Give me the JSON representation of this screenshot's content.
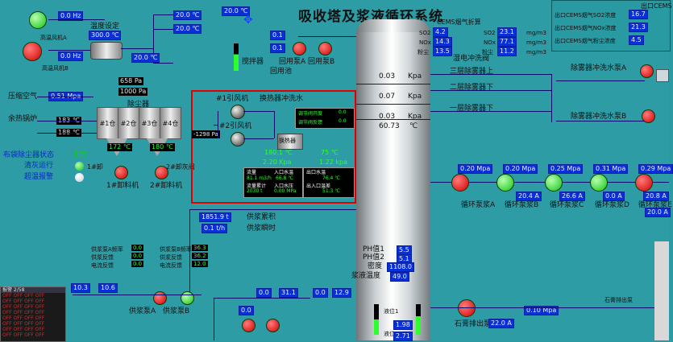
{
  "title": "吸收塔及浆液循环系统",
  "labels": {
    "temp_set": "温度设定",
    "fanA": "高温风机A",
    "fanB": "高温风机B",
    "compressed_air": "压缩空气",
    "waste_boiler": "余热锅炉",
    "dust_collector": "除尘器",
    "silo1": "#1仓",
    "silo2": "#2仓",
    "silo3": "#3仓",
    "silo4": "#4仓",
    "dust_status": "布袋除尘器状态",
    "normal": "正常",
    "cleaning": "清灰运行",
    "overpressure_alarm": "超温报警",
    "feeder1": "1#卸料机",
    "feeder2": "2#卸料机",
    "feeder1_short": "1#卸",
    "feeder2_short": "2#卸灰阀",
    "stirrer": "搅拌器",
    "reuse_pump": "回用泵A 回用泵B",
    "reuse_pool": "回用池",
    "fan1": "#1引风机",
    "fan2": "#2引风机",
    "hx_wash": "换热器冲洗水",
    "hx": "换热器",
    "valve_a": "调节阀开度",
    "valve_b": "调节阀反馈",
    "th_flow": "流量",
    "th_in_temp": "入口水温",
    "th_out_temp": "出口水温",
    "th_total": "流量累计",
    "th_in_press": "入口水压",
    "th_out_press": "出入口温差",
    "supply_total": "供浆累积",
    "supply_inst": "供浆瞬时",
    "cems": "CEMS烟气折算",
    "so2": "SO2",
    "nox": "NOx",
    "dust": "粉尘",
    "flue_wash": "除雾器冲洗水",
    "flue_washA": "除雾器冲洗水泵A",
    "flue_washB": "除雾器冲洗水泵B",
    "mist_wash": "除雾器冲洗水",
    "layer3": "三层除雾器上",
    "layer2": "二层除雾器下",
    "layer1": "一层除雾器下",
    "electric_wash": "湿电冲洗阀",
    "circA": "循环泵浆A",
    "circB": "循环泵浆B",
    "circC": "循环泵浆C",
    "circD": "循环泵浆D",
    "circE": "循环泵浆E",
    "ph1": "PH值1",
    "ph2": "PH值2",
    "density": "密度",
    "slurry_level": "浆液温度",
    "gypsum_pumpA": "石膏排出泵A",
    "gypsum_out": "石膏排出泵",
    "supply_pumpA": "供浆泵A",
    "supply_pumpB": "供浆泵B",
    "supplyA_freq": "供浆泵A频率",
    "supplyA_fb": "供浆反馈",
    "supplyA_cur": "电流反馈",
    "supplyB_freq": "供浆泵B频率",
    "supplyB_fb": "供浆反馈",
    "supplyB_cur": "电流反馈",
    "level1": "液位1",
    "level2": "液位2",
    "cems_outlet": "出口CEMS",
    "cems_so2": "出口CEMS烟气SO2浓度",
    "cems_nox": "出口CEMS烟气NOx浓度",
    "cems_dust": "出口CEMS烟气粉尘浓度",
    "units_mg": "mg/m3",
    "units_kpa": "Kpa",
    "units_c": "℃"
  },
  "values": {
    "temp_top": "20.0 ℃",
    "temp_set_val": "300.0 ℃",
    "fanA_val": "0.0 Hz",
    "fanB_val": "0.0 Hz",
    "temp_right1": "20.0 ℃",
    "temp_right2": "20.0 ℃",
    "air_press": "0.51 Mpa",
    "boiler1": "183 ℃",
    "boiler2": "188 ℃",
    "hopper_press": "658 Pa",
    "hopper_diff": "1000 Pa",
    "silo_t1": "172 ℃",
    "silo_t2": "180 ℃",
    "stirrer_val": "0.0",
    "reuse_a": "0.1",
    "reuse_b": "0.1",
    "fan_in": "-1298 Pa",
    "hx_v1": "0.0",
    "hx_v2": "0.0",
    "hx_temp1": "180.1 ℃",
    "hx_press1": "2.20 Kpa",
    "hx_temp2": "75 ℃",
    "hx_press2": "1.22 kpa",
    "tbl_flow": "81.1 m3/h",
    "tbl_in_temp": "66.8 ℃",
    "tbl_out_temp": "76.4 ℃",
    "tbl_total": "2030 t",
    "tbl_in_press": "0.00 MPa",
    "tbl_diff": "51.3 ℃",
    "supply_total_val": "1851.9 t",
    "supply_inst_val": "0.1 t/h",
    "cems_so2": "4.2",
    "cems_nox": "14.3",
    "cems_dust": "13.5",
    "cems_so2_r": "23.1",
    "cems_nox_r": "77.1",
    "cems_dust_r": "11.2",
    "out_so2": "16.7",
    "out_nox": "21.3",
    "out_dust": "4.5",
    "tower_p3": "0.03",
    "tower_p2": "0.07",
    "tower_p1": "0.03",
    "tower_temp": "60.73",
    "circA_p": "0.20 Mpa",
    "circB_p": "0.20 Mpa",
    "circC_p": "0.25 Mpa",
    "circD_p": "0.31 Mpa",
    "circE_p": "0.29 Mpa",
    "circA_c": "20.4 A",
    "circB_c": "26.6 A",
    "circC_c": "0.0 A",
    "circD_c": "20.8 A",
    "circE_c": "20.0 A",
    "ph1_val": "5.5",
    "ph2_val": "5.1",
    "density_val": "1108.0",
    "slurry_temp": "49.0",
    "level1_val": "1.98",
    "level2_val": "2.71",
    "gypsum_p": "0.10 Mpa",
    "gypsum_c": "22.0 A",
    "supplyA_freq_val": "0.0",
    "supplyA_fb_val": "0.0",
    "supplyA_cur_val": "0.0",
    "supplyB_freq_val": "36.3",
    "supplyB_fb_val": "36.2",
    "supplyB_cur_val": "12.0",
    "bottom_left1": "10.3",
    "bottom_left2": "10.6",
    "bottom_m1": "0.0",
    "bottom_m2": "31.1",
    "bottom_m3": "0.0",
    "bottom_m4": "12.9",
    "bottom_tank": "0.0"
  },
  "alarm_panel": {
    "header": "报警  2/58",
    "rows": [
      "OFF OFF OFF OFF",
      "OFF OFF OFF OFF",
      "OFF OFF OFF OFF",
      "OFF OFF OFF OFF",
      "OFF OFF OFF OFF",
      "OFF OFF OFF OFF",
      "OFF OFF OFF OFF",
      "OFF OFF OFF OFF"
    ]
  },
  "colors": {
    "bg": "#2e9ca5",
    "value_box": "#0a2fd6",
    "alarm_red": "#e00000",
    "run_green": "#11c311",
    "stop_red": "#d00000"
  }
}
